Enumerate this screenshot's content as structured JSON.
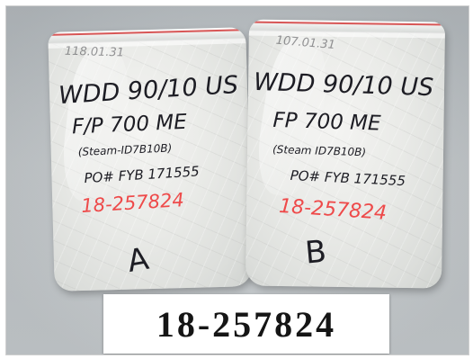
{
  "photo": {
    "bag_a": {
      "date": "118.01.31",
      "product": "WDD 90/10 US",
      "model": "F/P 700 ME",
      "steam": "(Steam-ID7B10B)",
      "po": "PO# FYB 171555",
      "sample_no": "18-257824",
      "mark": "A"
    },
    "bag_b": {
      "date": "107.01.31",
      "product": "WDD 90/10 US",
      "model": "FP 700 ME",
      "steam": "(Steam ID7B10B)",
      "po": "PO# FYB 171555",
      "sample_no": "18-257824",
      "mark": "B"
    },
    "label": "18-257824"
  },
  "colors": {
    "ink": "#1d1d24",
    "red_ink": "#ee4a4a",
    "seal_stripe": "#d23a3a",
    "backdrop": "#c4c9cc"
  }
}
